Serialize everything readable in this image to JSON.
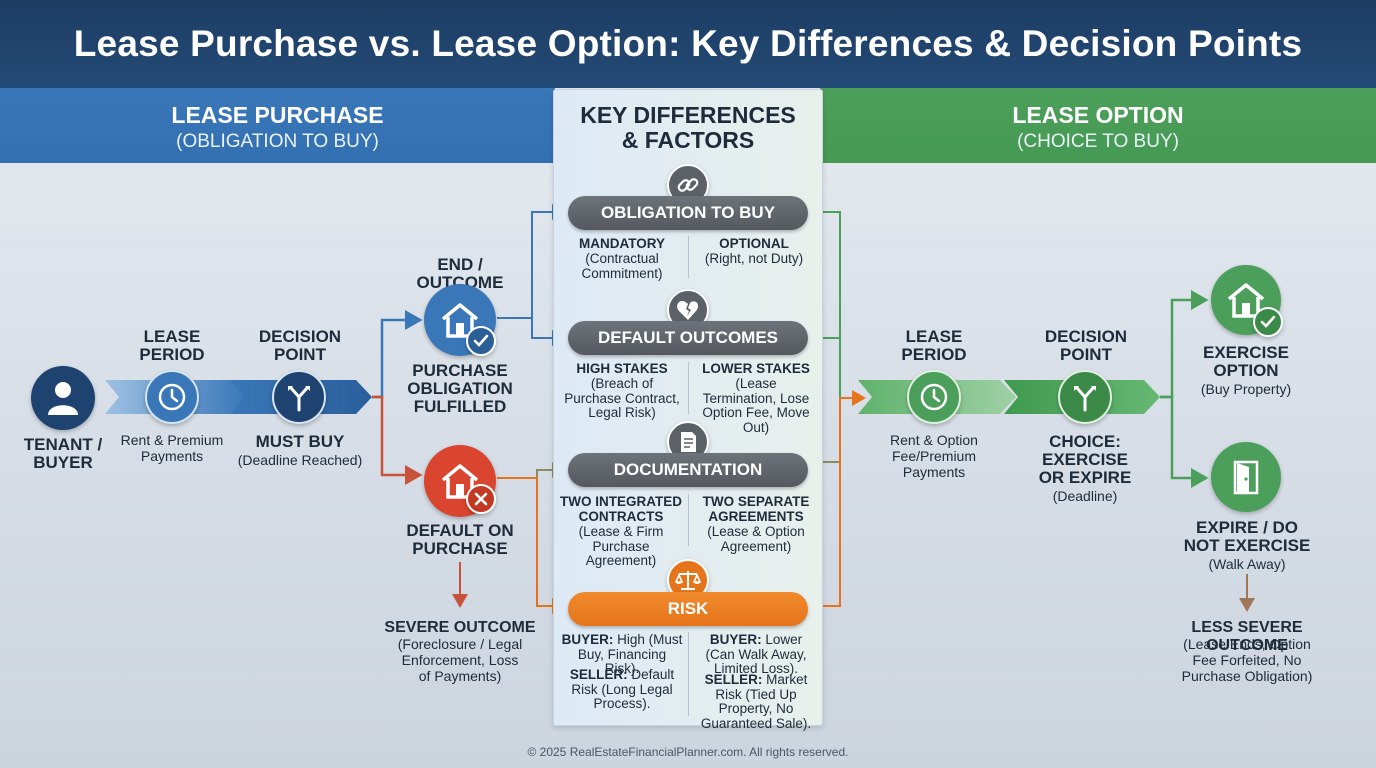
{
  "title": "Lease Purchase vs. Lease Option: Key Differences & Decision Points",
  "colors": {
    "navy": "#234a76",
    "blue": "#3a77b8",
    "green": "#4c9f5a",
    "orange": "#e5741a",
    "red": "#d9452e",
    "gray": "#5f646a"
  },
  "lease_purchase": {
    "title": "LEASE PURCHASE",
    "subtitle": "(OBLIGATION TO BUY)",
    "tenant": "TENANT / BUYER",
    "period_label": "LEASE PERIOD",
    "period_desc": "Rent & Premium Payments",
    "decision_label": "DECISION POINT",
    "decision_result": "MUST BUY",
    "decision_result_sub": "(Deadline Reached)",
    "end_outcome": "END / OUTCOME",
    "fulfilled": "PURCHASE OBLIGATION FULFILLED",
    "default": "DEFAULT ON PURCHASE",
    "severe_title": "SEVERE OUTCOME",
    "severe_desc": "(Foreclosure / Legal Enforcement, Loss of Payments)"
  },
  "center": {
    "title_line1": "KEY DIFFERENCES",
    "title_line2": "& FACTORS",
    "obligation": {
      "label": "OBLIGATION TO BUY",
      "left_title": "MANDATORY",
      "left_desc": "(Contractual Commitment)",
      "right_title": "OPTIONAL",
      "right_desc": "(Right, not Duty)"
    },
    "default": {
      "label": "DEFAULT OUTCOMES",
      "left_title": "HIGH STAKES",
      "left_desc": "(Breach of Purchase Contract, Legal Risk)",
      "right_title": "LOWER STAKES",
      "right_desc": "(Lease Termination, Lose Option Fee, Move Out)"
    },
    "documentation": {
      "label": "DOCUMENTATION",
      "left_title": "TWO INTEGRATED CONTRACTS",
      "left_desc": "(Lease & Firm Purchase Agreement)",
      "right_title": "TWO SEPARATE AGREEMENTS",
      "right_desc": "(Lease & Option Agreement)"
    },
    "risk": {
      "label": "RISK",
      "left_buyer_label": "BUYER:",
      "left_buyer": "High (Must Buy, Financing Risk).",
      "left_seller_label": "SELLER:",
      "left_seller": "Default Risk (Long Legal Process).",
      "right_buyer_label": "BUYER:",
      "right_buyer": "Lower (Can Walk Away, Limited Loss).",
      "right_seller_label": "SELLER:",
      "right_seller": "Market Risk (Tied Up Property, No Guaranteed Sale)."
    }
  },
  "lease_option": {
    "title": "LEASE OPTION",
    "subtitle": "(CHOICE TO BUY)",
    "period_label": "LEASE PERIOD",
    "period_desc": "Rent & Option Fee/Premium Payments",
    "decision_label": "DECISION POINT",
    "decision_result": "CHOICE: EXERCISE OR EXPIRE",
    "decision_result_sub": "(Deadline)",
    "exercise": "EXERCISE OPTION",
    "exercise_sub": "(Buy Property)",
    "expire": "EXPIRE / DO NOT EXERCISE",
    "expire_sub": "(Walk Away)",
    "less_severe_title": "LESS SEVERE OUTCOME",
    "less_severe_desc": "(Lease Ends, Option Fee Forfeited, No Purchase Obligation)"
  },
  "footer": "© 2025 RealEstateFinancialPlanner.com. All rights reserved."
}
